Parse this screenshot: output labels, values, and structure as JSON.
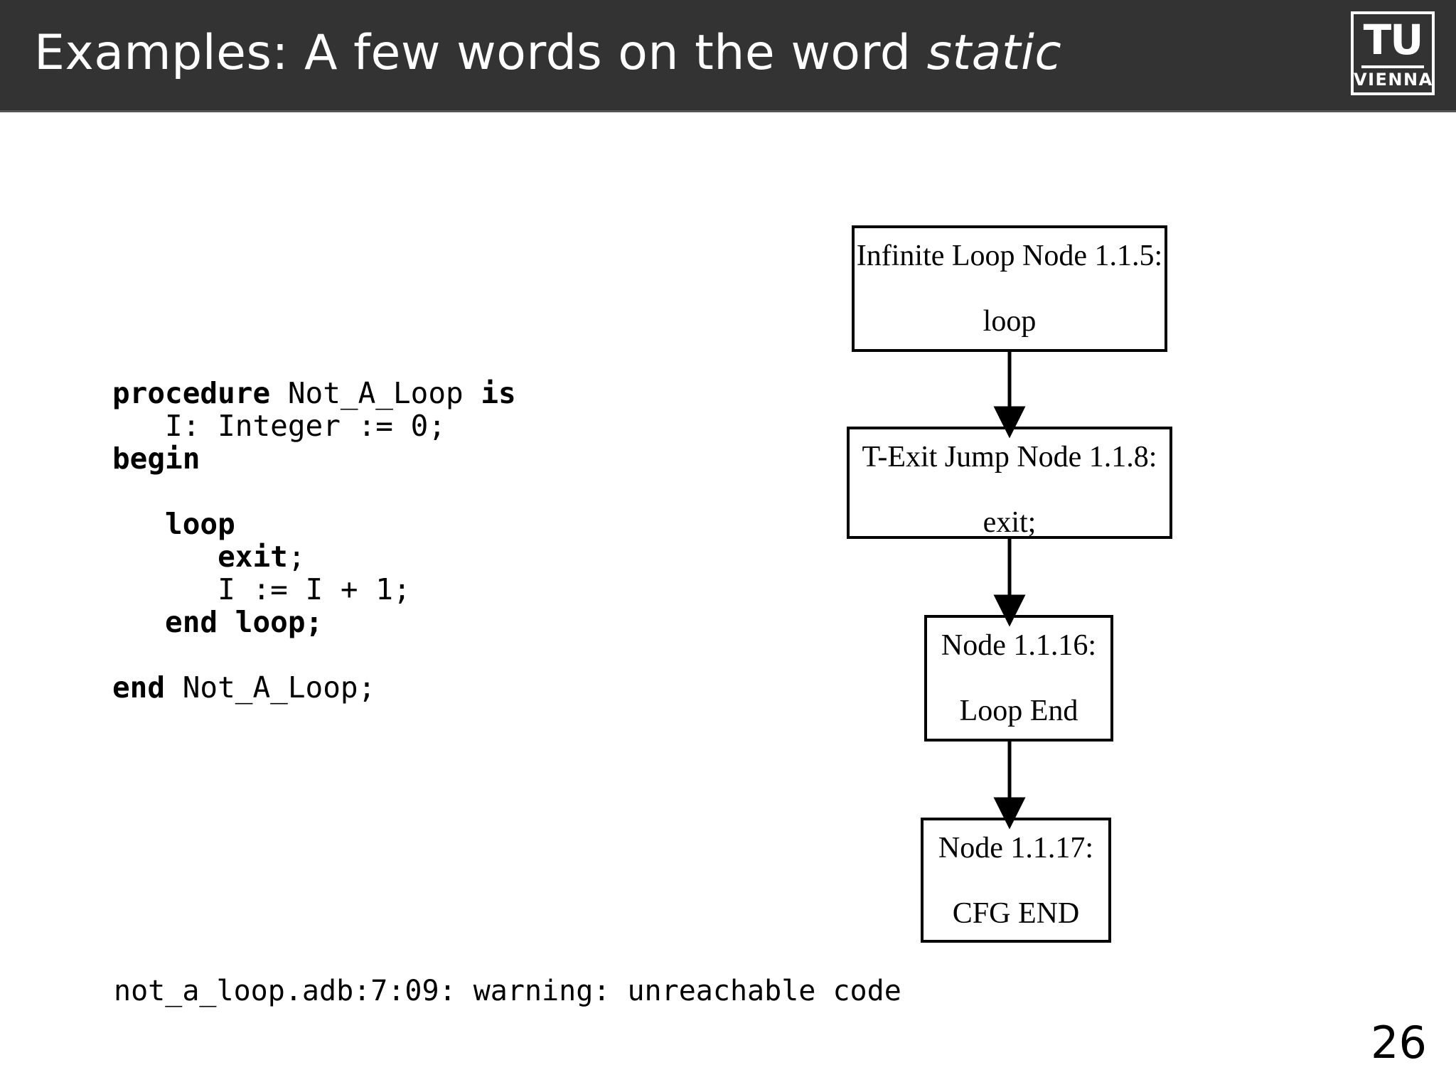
{
  "slide": {
    "title_prefix": "Examples: A few words on the word ",
    "title_emphasis": "static",
    "page_number": "26",
    "background_color": "#ffffff",
    "header_color": "#333333",
    "header_text_color": "#ffffff"
  },
  "logo": {
    "letters": "TU",
    "subtitle": "VIENNA",
    "name": "tu-vienna-logo"
  },
  "code": {
    "language": "Ada",
    "lines": [
      {
        "segments": [
          {
            "text": "procedure ",
            "bold": true
          },
          {
            "text": "Not_A_Loop ",
            "bold": false
          },
          {
            "text": "is",
            "bold": true
          }
        ]
      },
      {
        "segments": [
          {
            "text": "   I: Integer := 0;",
            "bold": false
          }
        ]
      },
      {
        "segments": [
          {
            "text": "begin",
            "bold": true
          }
        ]
      },
      {
        "segments": [
          {
            "text": "",
            "bold": false
          }
        ]
      },
      {
        "segments": [
          {
            "text": "   loop",
            "bold": true
          }
        ]
      },
      {
        "segments": [
          {
            "text": "      exit",
            "bold": true
          },
          {
            "text": ";",
            "bold": false
          }
        ]
      },
      {
        "segments": [
          {
            "text": "      I := I + 1;",
            "bold": false
          }
        ]
      },
      {
        "segments": [
          {
            "text": "   end loop;",
            "bold": true
          }
        ]
      },
      {
        "segments": [
          {
            "text": "",
            "bold": false
          }
        ]
      },
      {
        "segments": [
          {
            "text": "end ",
            "bold": true
          },
          {
            "text": "Not_A_Loop;",
            "bold": false
          }
        ]
      }
    ]
  },
  "warning": {
    "text": "not_a_loop.adb:7:09: warning: unreachable code"
  },
  "cfg": {
    "nodes": [
      {
        "id": "node-1",
        "title": "Infinite Loop Node 1.1.5:",
        "body": "loop"
      },
      {
        "id": "node-2",
        "title": "T-Exit Jump Node 1.1.8:",
        "body": "exit;"
      },
      {
        "id": "node-3",
        "title": "Node 1.1.16:",
        "body": "Loop End"
      },
      {
        "id": "node-4",
        "title": "Node 1.1.17:",
        "body": "CFG END"
      }
    ],
    "edges": [
      {
        "from": "node-1",
        "to": "node-2"
      },
      {
        "from": "node-2",
        "to": "node-3"
      },
      {
        "from": "node-3",
        "to": "node-4"
      }
    ],
    "edge_color": "#000000",
    "node_border_color": "#000000"
  }
}
